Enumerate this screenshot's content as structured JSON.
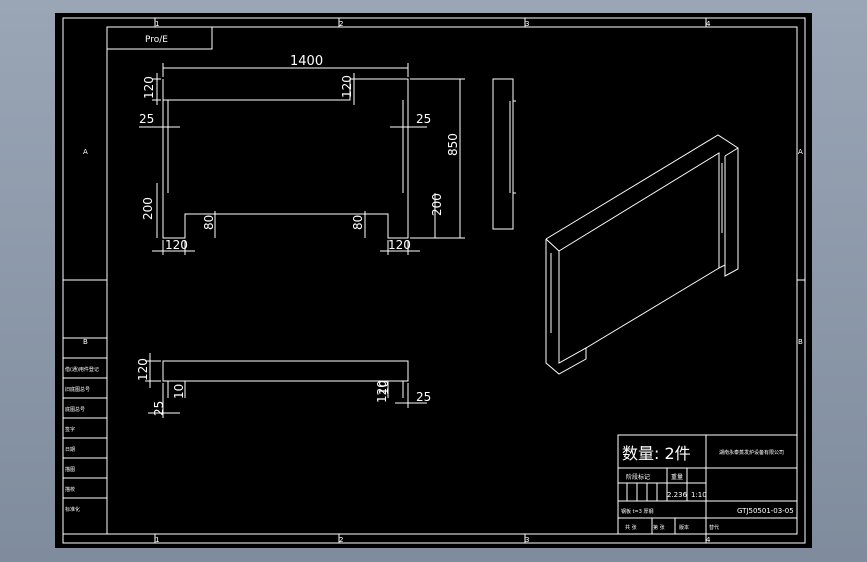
{
  "colors": {
    "background": "#000000",
    "line": "#ffffff",
    "viewport": "#8a97a8"
  },
  "header_tag": "Pro/E",
  "zones": {
    "columns_top": [
      "1",
      "2",
      "3",
      "4"
    ],
    "columns_bottom": [
      "1",
      "2",
      "3",
      "4"
    ],
    "rows_left": [
      "A",
      "B"
    ],
    "rows_right": [
      "A",
      "B"
    ]
  },
  "left_strip": [
    "借(通)用件登记",
    "旧底图总号",
    "底图总号",
    "签字",
    "日期",
    "描图",
    "描校",
    "标准化"
  ],
  "dimensions": {
    "front": {
      "width": "1400",
      "top_left": "120",
      "top_right": "120",
      "left_inset": "25",
      "right_inset": "25",
      "height": "850",
      "left_leg": "200",
      "right_leg": "200",
      "left_notch": "80",
      "right_notch": "80",
      "bottom_left": "120",
      "bottom_right": "120"
    },
    "bottom_view": {
      "height": "120",
      "left_25": "25",
      "left_10": "10",
      "mid_120": "120",
      "right_10": "10",
      "right_25": "25"
    }
  },
  "title_block": {
    "quantity": "数量: 2件",
    "company": "湖南永泰蒸发炉设备有限公司",
    "stage_label": "阶段标记",
    "weight_label": "重量",
    "weight": "2.236",
    "scale": "1:10",
    "material": "钢板 t=3 厚钢",
    "drawing_no": "GTJ50501-03-05",
    "sheet_total": "共 张",
    "sheet_no": "第 张",
    "version": "版本",
    "replace": "替代"
  }
}
